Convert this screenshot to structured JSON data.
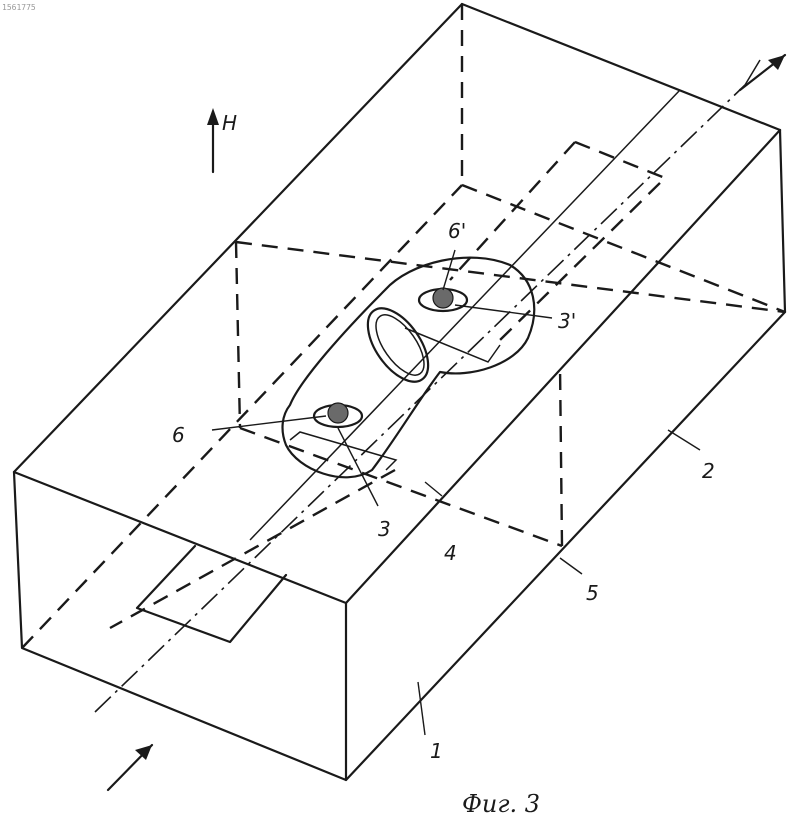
{
  "corner_text": "1561775",
  "field_label": "H",
  "labels": {
    "l1": "1",
    "l2": "2",
    "l3": "3",
    "l3p": "3'",
    "l4": "4",
    "l5": "5",
    "l6": "6",
    "l6p": "6'"
  },
  "caption": "Фиг. 3"
}
